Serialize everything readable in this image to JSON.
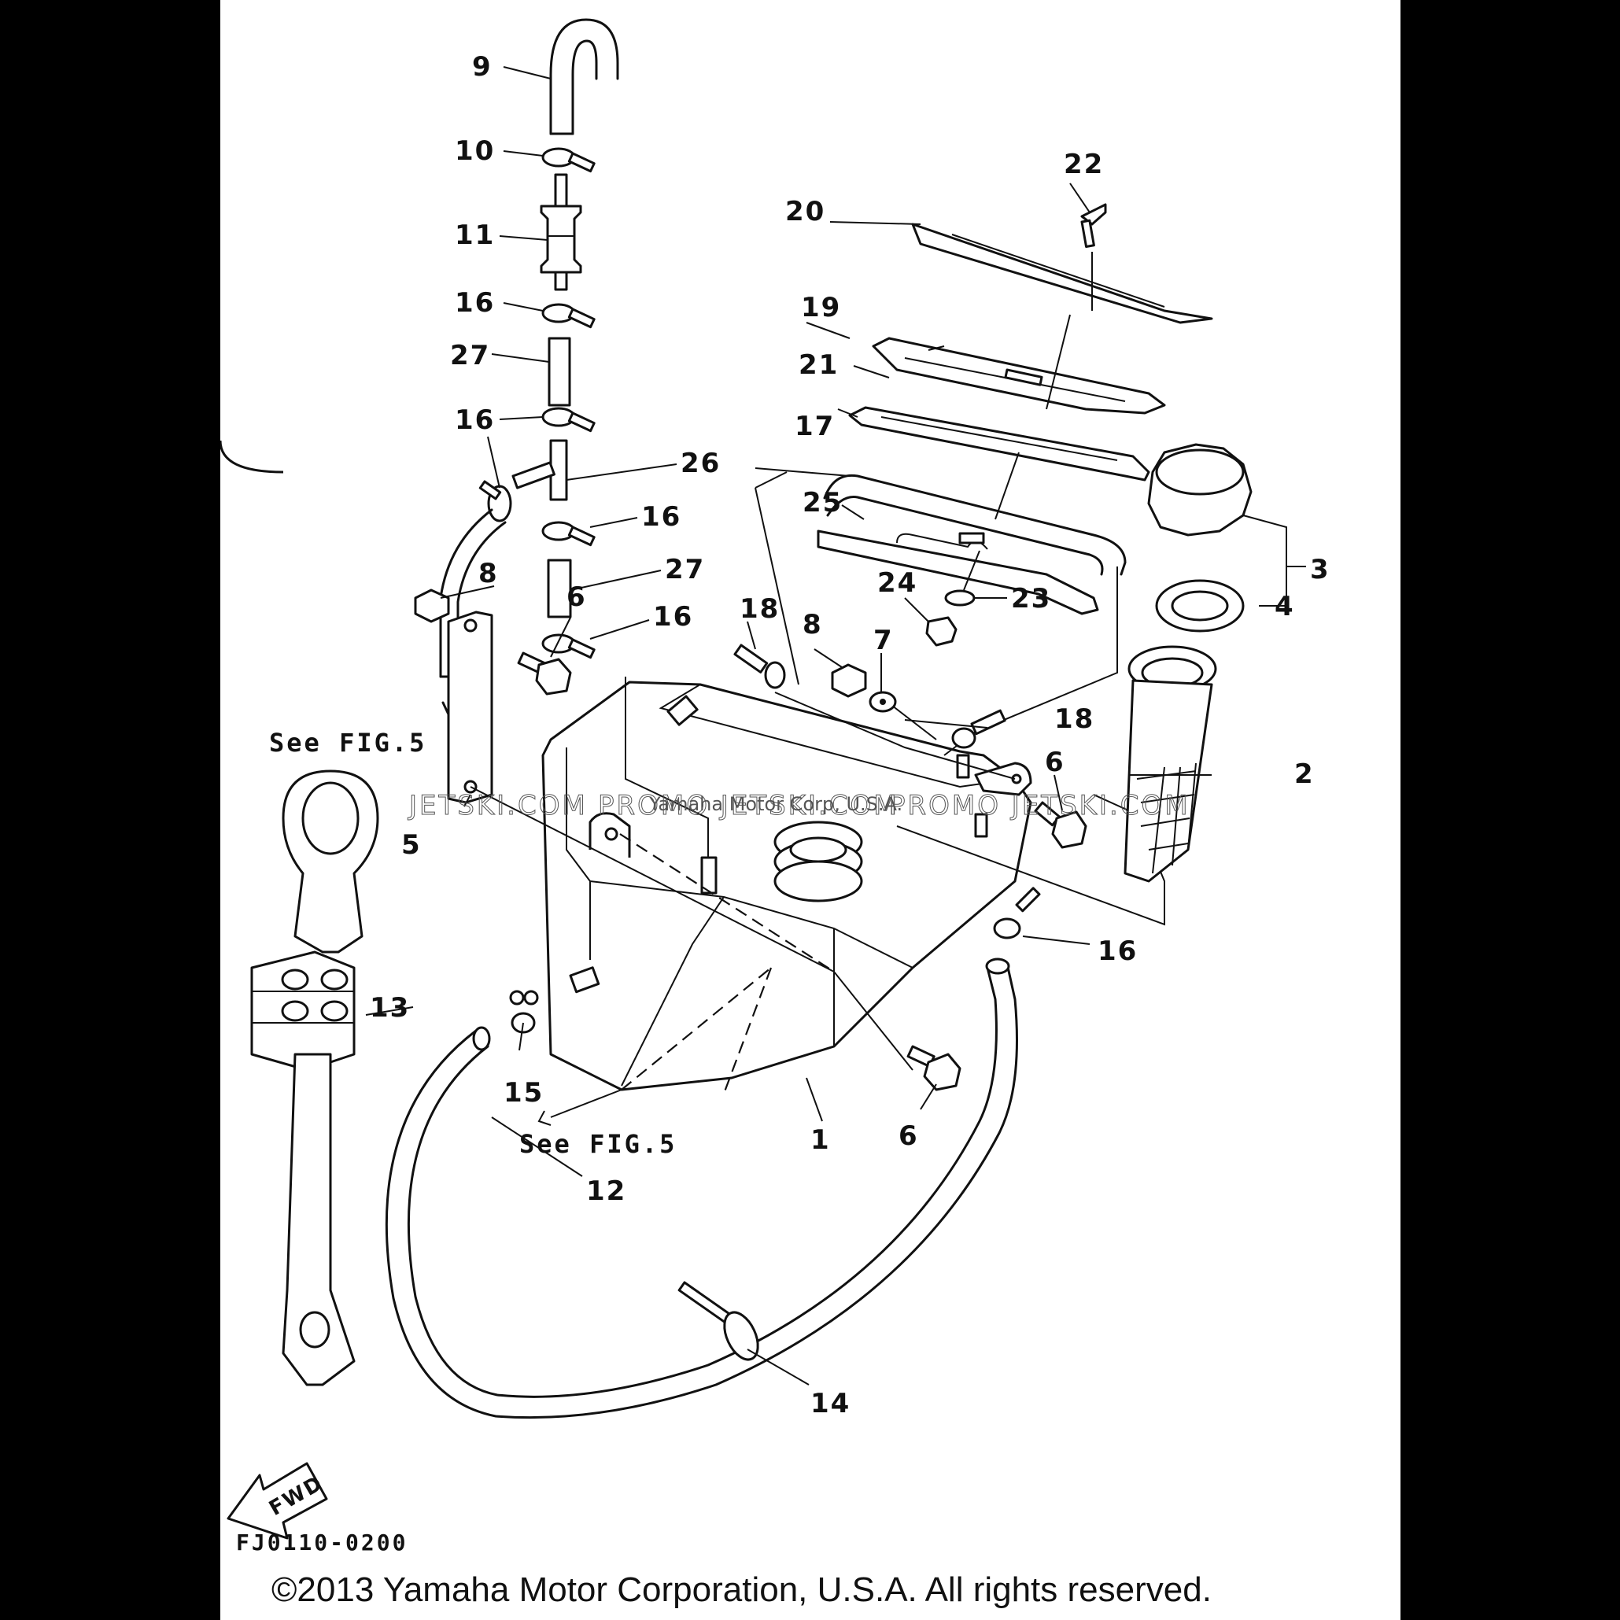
{
  "diagram": {
    "drawing_code": "FJ0110-0200",
    "copyright": "©2013 Yamaha Motor Corporation, U.S.A. All rights reserved.",
    "see_fig_left": "See FIG.5",
    "see_fig_bottom": "See FIG.5",
    "fwd_label": "FWD",
    "watermark_left": "JETSKI.COM",
    "watermark_center": "PROMO JETSKI.COM",
    "watermark_right": "PROMO JETSKI.COM",
    "watermark_small": "Yamaha Motor Corp, U.S.A."
  },
  "callouts": [
    "1",
    "2",
    "3",
    "4",
    "5",
    "6",
    "6",
    "6",
    "7",
    "8",
    "8",
    "9",
    "10",
    "11",
    "12",
    "13",
    "14",
    "15",
    "16",
    "16",
    "16",
    "16",
    "16",
    "17",
    "18",
    "18",
    "19",
    "20",
    "21",
    "22",
    "23",
    "24",
    "25",
    "26",
    "27",
    "27"
  ],
  "colors": {
    "ink": "#111111",
    "paper": "#ffffff",
    "background": "#000000"
  }
}
